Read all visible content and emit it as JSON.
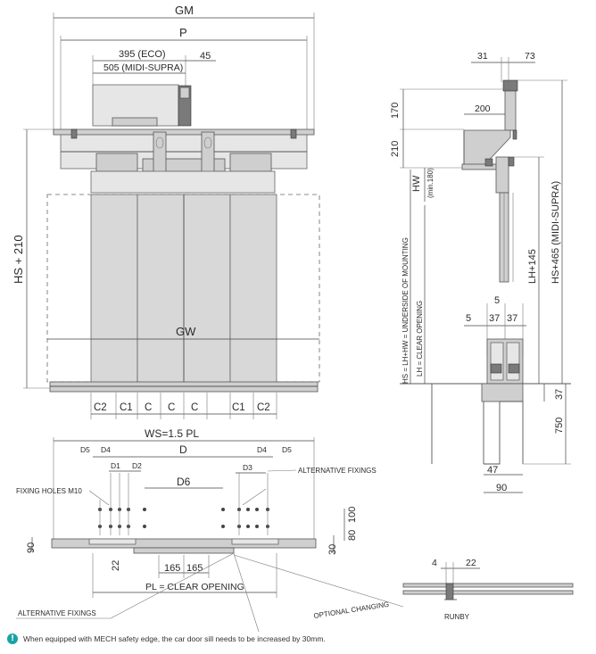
{
  "front_view": {
    "gm": "GM",
    "p": "P",
    "eco": "395 (ECO)",
    "midi": "505 (MIDI-SUPRA)",
    "dim45": "45",
    "hs210": "HS + 210",
    "gw": "GW",
    "panels": [
      "C2",
      "C1",
      "C",
      "C",
      "C",
      "C1",
      "C2"
    ]
  },
  "side_view": {
    "d31": "31",
    "d73": "73",
    "d200": "200",
    "d170": "170",
    "d210": "210",
    "hw": "HW",
    "hw_min": "(min.180)",
    "hs_formula": "HS = LH+HW = UNDERSIDE OF MOUNTING",
    "lh_clear": "LH = CLEAR OPENING",
    "lh145": "LH+145",
    "hs465": "HS+465 (MIDI-SUPRA)",
    "d5a": "5",
    "d5b": "5",
    "d37a": "37",
    "d37b": "37",
    "d37c": "37",
    "d750": "750",
    "d47": "47",
    "d90": "90"
  },
  "plan_view": {
    "ws": "WS=1.5 PL",
    "d": "D",
    "d5l": "D5",
    "d4l": "D4",
    "d1": "D1",
    "d2": "D2",
    "d4r": "D4",
    "d5r": "D5",
    "d3": "D3",
    "d6": "D6",
    "alt_fix_right": "ALTERNATIVE FIXINGS",
    "fixing_holes": "FIXING HOLES M10",
    "d90": "90",
    "d22": "22",
    "d165a": "165",
    "d165b": "165",
    "d30": "30",
    "d80": "80",
    "d100": "100",
    "pl": "PL = CLEAR OPENING",
    "alt_fix_bottom": "ALTERNATIVE FIXINGS",
    "optional": "OPTIONAL CHANGING"
  },
  "runby": {
    "d4": "4",
    "d22": "22",
    "label": "RUNBY"
  },
  "note": {
    "icon": "!",
    "text": "When equipped with MECH safety edge, the car door sill needs to be increased by 30mm."
  },
  "colors": {
    "accent": "#17a3a3",
    "line": "#555555",
    "panel": "#d8d8d8"
  }
}
